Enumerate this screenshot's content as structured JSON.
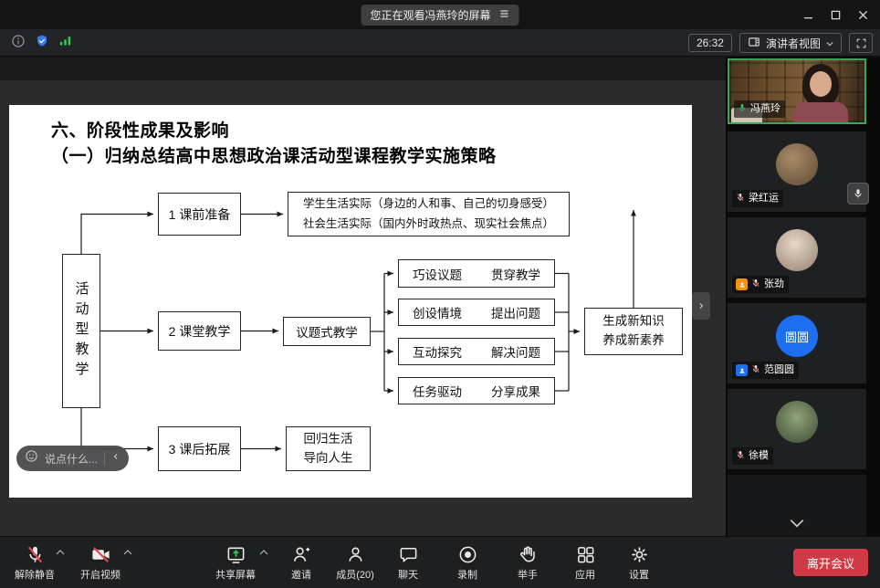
{
  "window": {
    "banner": "您正在观看冯燕玲的屏幕"
  },
  "statusbar": {
    "timer": "26:32",
    "view_mode": "演讲者视图"
  },
  "slide": {
    "title1": "六、阶段性成果及影响",
    "title2": "（一）归纳总结高中思想政治课活动型课程教学实施策略",
    "flow": {
      "vertical_label": "活动型教学",
      "stage1": "1 课前准备",
      "stage2": "2 课堂教学",
      "stage3": "3 课后拓展",
      "life1": "学生生活实际（身边的人和事、自己的切身感受）",
      "life2": "社会生活实际（国内外时政热点、现实社会焦点）",
      "topic": "议题式教学",
      "m1a": "巧设议题",
      "m1b": "贯穿教学",
      "m2a": "创设情境",
      "m2b": "提出问题",
      "m3a": "互动探究",
      "m3b": "解决问题",
      "m4a": "任务驱动",
      "m4b": "分享成果",
      "result1": "生成新知识",
      "result2": "养成新素养",
      "return1": "回归生活",
      "return2": "导向人生"
    }
  },
  "chat_overlay": {
    "placeholder": "说点什么..."
  },
  "participants": [
    {
      "name": "冯燕玲"
    },
    {
      "name": "梁红运"
    },
    {
      "name": "张劲"
    },
    {
      "name": "范圆圆",
      "avatar_text": "圆圆"
    },
    {
      "name": "徐模"
    }
  ],
  "bottom_bar": {
    "mute": "解除静音",
    "video": "开启视频",
    "share": "共享屏幕",
    "invite": "邀请",
    "members": "成员(20)",
    "chat": "聊天",
    "record": "录制",
    "raise_hand": "举手",
    "apps": "应用",
    "settings": "设置",
    "leave": "离开会议"
  }
}
